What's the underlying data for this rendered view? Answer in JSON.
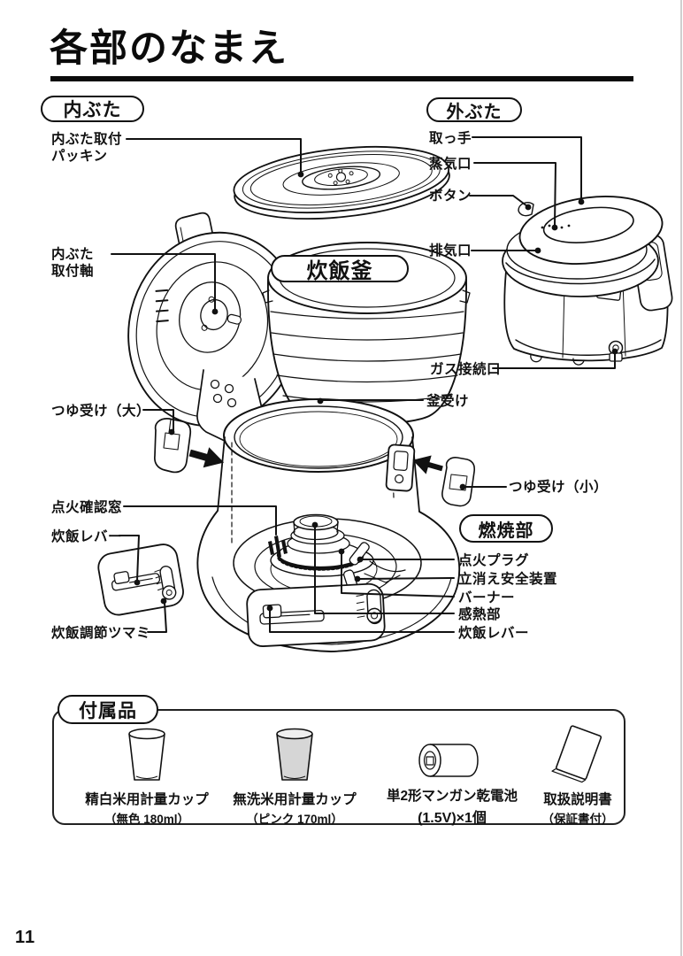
{
  "page": {
    "title": "各部のなまえ",
    "page_number": "11"
  },
  "section_pills": {
    "inner_lid": "内ぶた",
    "outer_lid": "外ぶた",
    "rice_pot": "炊飯釜",
    "burner_section": "燃焼部",
    "accessories": "付属品"
  },
  "part_labels": {
    "inner_lid_packing": "内ぶた取付\nパッキン",
    "inner_lid_shaft": "内ぶた\n取付軸",
    "drip_catcher_large": "つゆ受け（大）",
    "ignition_window": "点火確認窓",
    "cooking_lever_left": "炊飯レバー",
    "cooking_adjust_knob": "炊飯調節ツマミ",
    "handle": "取っ手",
    "steam_vent": "蒸気口",
    "button": "ボタン",
    "exhaust_vent": "排気口",
    "gas_connection": "ガス接続口",
    "pot_receiver": "釜受け",
    "drip_catcher_small": "つゆ受け（小）",
    "ignition_plug": "点火プラグ",
    "flame_failure_device": "立消え安全装置",
    "burner": "バーナー",
    "heat_sensor": "感熱部",
    "cooking_lever_right": "炊飯レバー"
  },
  "accessories": {
    "items": [
      {
        "name": "精白米用計量カップ",
        "spec": "（無色 180ml）",
        "icon": "measuring-cup-clear-icon"
      },
      {
        "name": "無洗米用計量カップ",
        "spec": "（ピンク 170ml）",
        "icon": "measuring-cup-pink-icon"
      },
      {
        "name": "単2形マンガン乾電池",
        "spec": "(1.5V)×1個",
        "icon": "battery-icon"
      },
      {
        "name": "取扱説明書",
        "spec": "（保証書付）",
        "icon": "manual-icon"
      }
    ]
  },
  "colors": {
    "ink": "#111111",
    "cup_shade": "#d6d6d6"
  }
}
